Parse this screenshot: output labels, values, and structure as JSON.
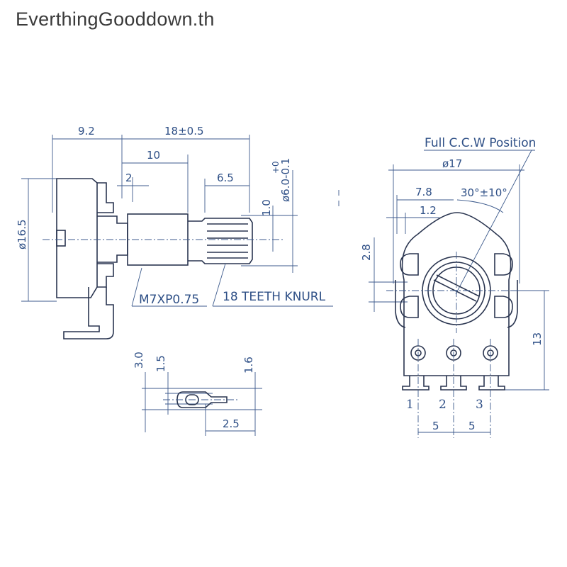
{
  "watermark": "EverthingGooddown.th",
  "side_view": {
    "dim_shaft_base": "9.2",
    "dim_shaft_length": "18±0.5",
    "dim_thread": "10",
    "dim_step": "2",
    "dim_knurl": "6.5",
    "dim_diameter": "ø6.0-0.1",
    "dim_tol": "+0",
    "dim_slot": "1.0",
    "dim_body": "ø16.5",
    "callout_thread": "M7XP0.75",
    "callout_knurl": "18 TEETH KNURL"
  },
  "terminal_detail": {
    "dim_width": "3.0",
    "dim_hole": "1.5",
    "dim_height": "1.6",
    "dim_length": "2.5"
  },
  "front_view": {
    "position_label": "Full C.C.W Position",
    "dim_diameter": "ø17",
    "dim_offset": "7.8",
    "dim_tab": "1.2",
    "dim_angle": "30°±10°",
    "dim_tab_height": "2.8",
    "dim_pin_height": "13",
    "pin_1": "1",
    "pin_2": "2",
    "pin_3": "3",
    "dim_pitch_1": "5",
    "dim_pitch_2": "5"
  }
}
